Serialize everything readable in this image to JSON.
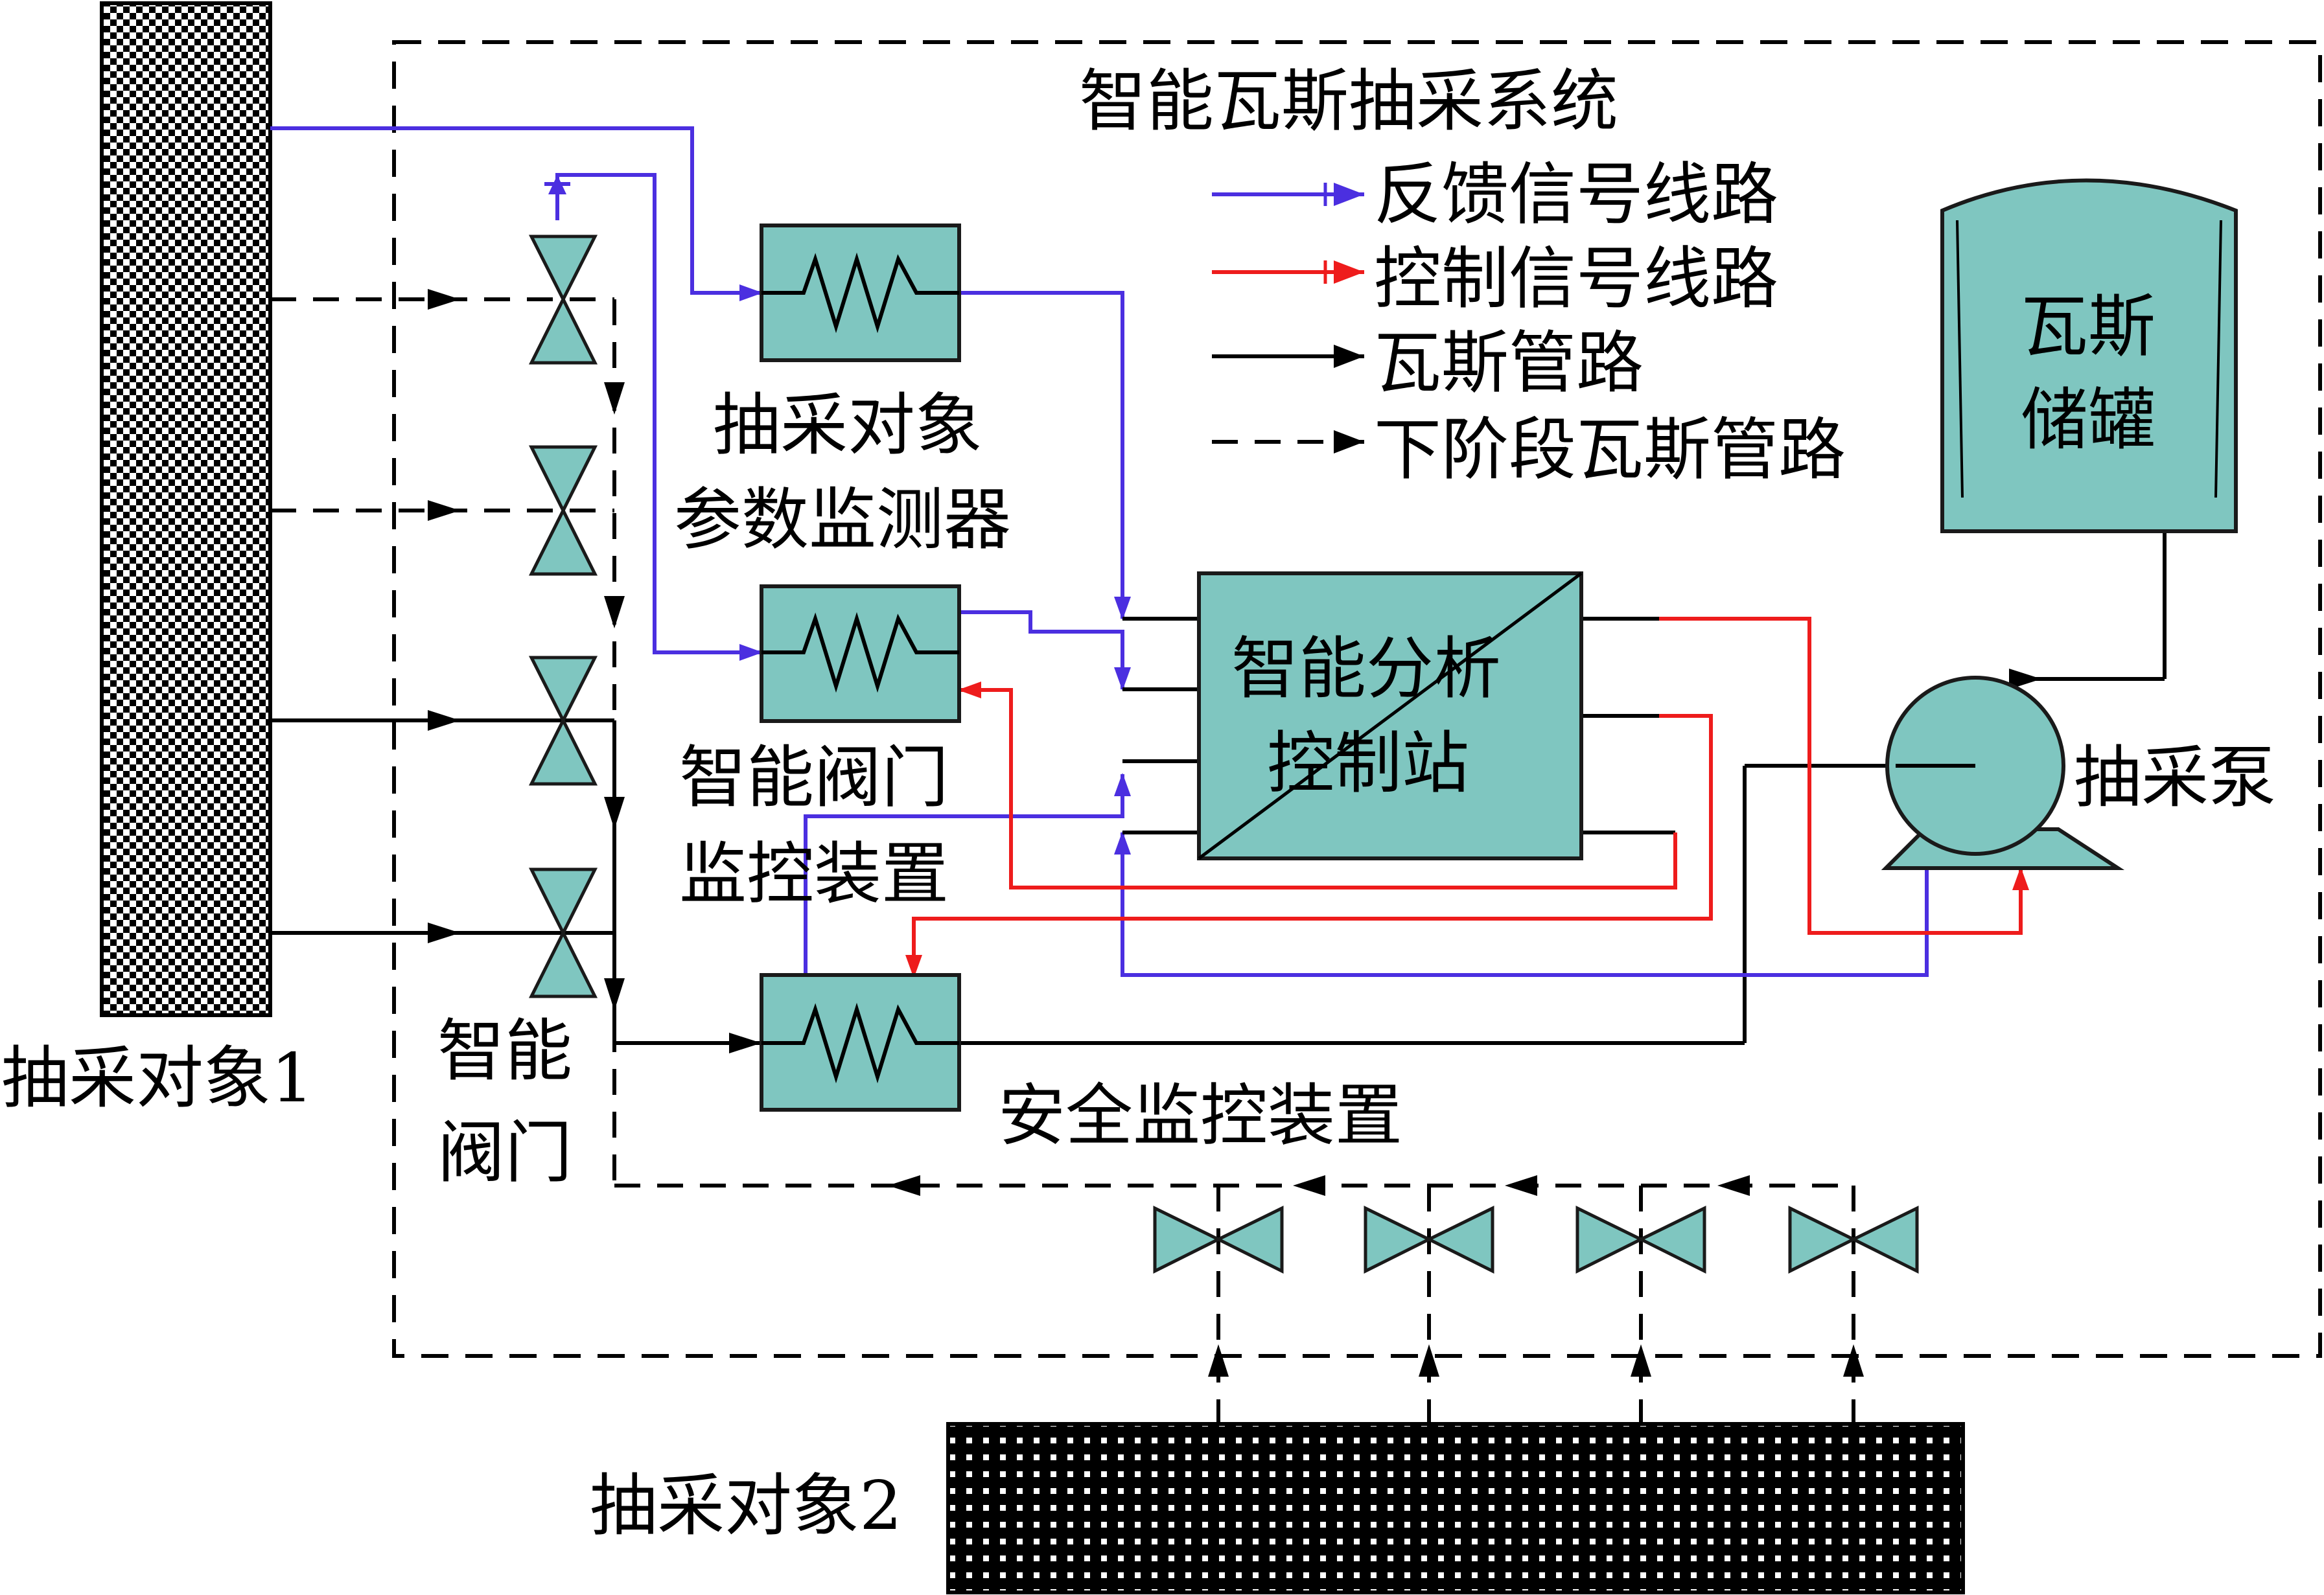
{
  "title": "智能瓦斯抽采系统",
  "legend": {
    "feedback": "反馈信号线路",
    "control": "控制信号线路",
    "gas_pipe": "瓦斯管路",
    "next_stage_pipe": "下阶段瓦斯管路"
  },
  "labels": {
    "source1": "抽采对象1",
    "source2": "抽采对象2",
    "param_monitor_line1": "抽采对象",
    "param_monitor_line2": "参数监测器",
    "valve_monitor_line1": "智能阀门",
    "valve_monitor_line2": "监控装置",
    "safety_monitor": "安全监控装置",
    "analysis_station_line1": "智能分析",
    "analysis_station_line2": "控制站",
    "smart_valve_line1": "智能",
    "smart_valve_line2": "阀门",
    "tank_line1": "瓦斯",
    "tank_line2": "储罐",
    "pump": "抽采泵"
  },
  "colors": {
    "feedback": "#4b2fe0",
    "control": "#ee1c1c",
    "gas": "#000000",
    "component_fill": "#7fc6c0",
    "component_stroke": "#1a1a1a"
  },
  "icons": {
    "valve": "bowtie-valve-icon",
    "sensor": "resistor-sensor-icon",
    "pump": "centrifugal-pump-icon",
    "tank": "storage-tank-icon"
  }
}
